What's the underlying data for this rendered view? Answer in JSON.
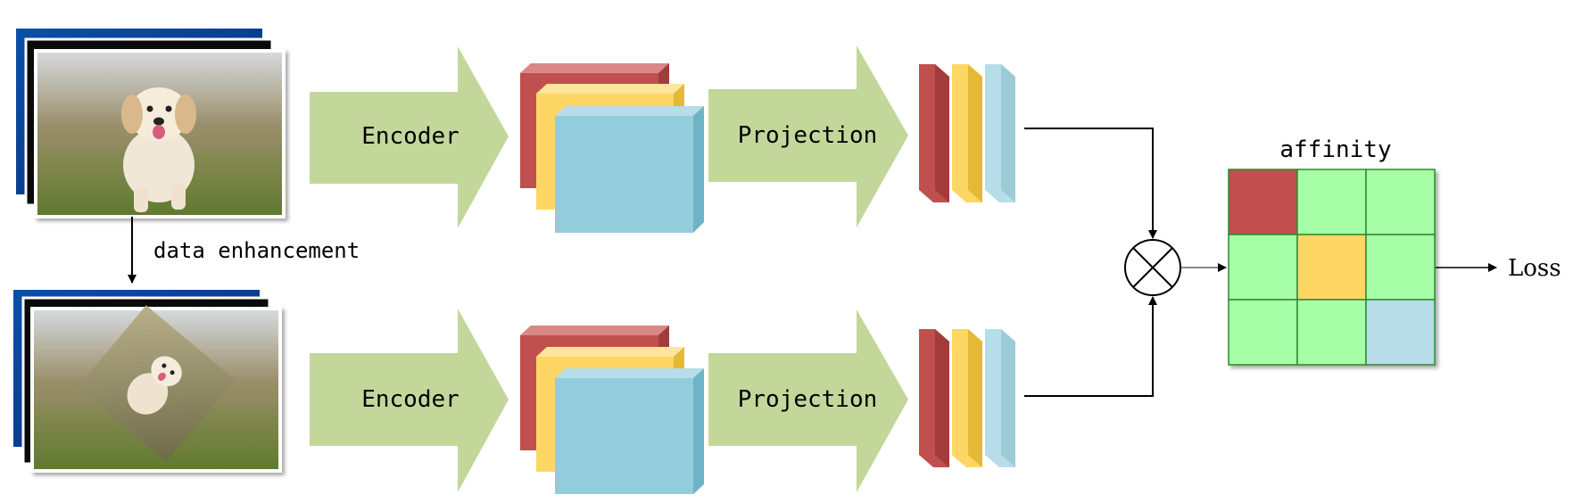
{
  "diagram": {
    "labels": {
      "encoder_top": "Encoder",
      "encoder_bottom": "Encoder",
      "projection_top": "Projection",
      "projection_bottom": "Projection",
      "data_enhancement": "data enhancement",
      "affinity": "affinity",
      "loss": "Loss"
    },
    "affinity_matrix": {
      "rows": 3,
      "cols": 3,
      "cells": [
        [
          "red",
          "green",
          "green"
        ],
        [
          "green",
          "yellow",
          "green"
        ],
        [
          "green",
          "green",
          "blue"
        ]
      ]
    },
    "icons": {
      "multiply": "circle-times-icon",
      "original_image": "dog-photo-stack",
      "augmented_image": "rotated-dog-photo-stack"
    },
    "colors": {
      "arrow_fill": "#c4d79b",
      "red": "#c0504d",
      "yellow": "#fdd663",
      "blue": "#93cddb",
      "light_blue": "#b7dde8",
      "green_cell": "#a6ffa6",
      "line": "#000000"
    }
  }
}
